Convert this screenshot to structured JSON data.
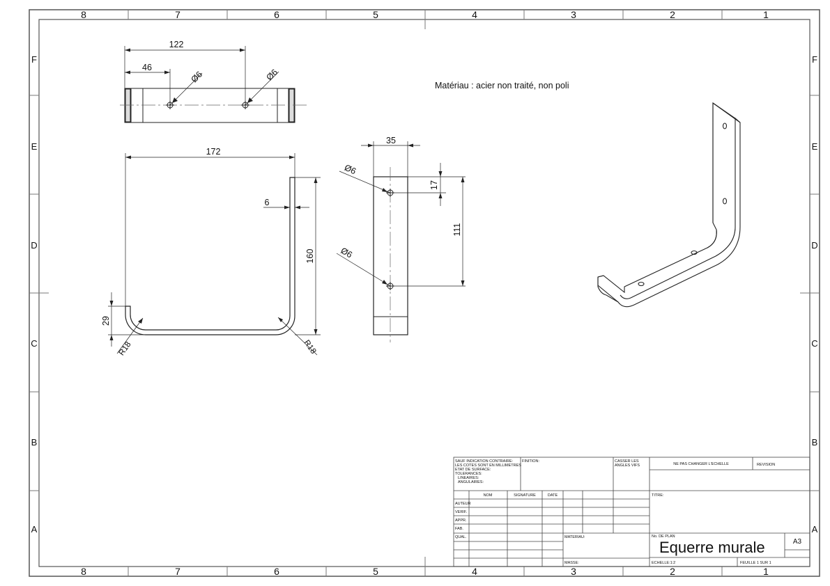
{
  "border": {
    "columns": [
      "8",
      "7",
      "6",
      "5",
      "4",
      "3",
      "2",
      "1"
    ],
    "rows": [
      "F",
      "E",
      "D",
      "C",
      "B",
      "A"
    ]
  },
  "note": "Matériau : acier non traité, non poli",
  "top_view": {
    "overall": "122",
    "first_hole": "46",
    "hole_a": "Ø6",
    "hole_b": "Ø6"
  },
  "front_view": {
    "width": "172",
    "thickness": "6",
    "height": "160",
    "lip": "29",
    "radius_left": "R18",
    "radius_right": "R18"
  },
  "side_view": {
    "width": "35",
    "hole_top": "Ø6",
    "hole_bottom": "Ø6",
    "offset": "17",
    "spacing": "111"
  },
  "title_block": {
    "general_note": [
      "SAUF INDICATION CONTRAIRE:",
      "LES COTES SONT EN MILLIMETRES",
      "ETAT DE SURFACE:",
      "TOLERANCES:",
      "LINEAIRES:",
      "ANGULAIRES:"
    ],
    "finition": "FINITION:",
    "casser": [
      "CASSER LES",
      "ANGLES VIFS"
    ],
    "no_scale": "NE PAS CHANGER L'ECHELLE",
    "revision": "REVISION",
    "col_headers": [
      "NOM",
      "SIGNATURE",
      "DATE"
    ],
    "roles": [
      "AUTEUR",
      "VERIF.",
      "APPR.",
      "FAB.",
      "QUAL."
    ],
    "titre": "TITRE:",
    "materiau": "MATERIAU:",
    "masse": "MASSE:",
    "no_plan": "No. DE PLAN",
    "drawing_title": "Equerre murale",
    "format": "A3",
    "echelle": "ECHELLE:1:2",
    "feuille": "FEUILLE 1 SUR 1"
  }
}
